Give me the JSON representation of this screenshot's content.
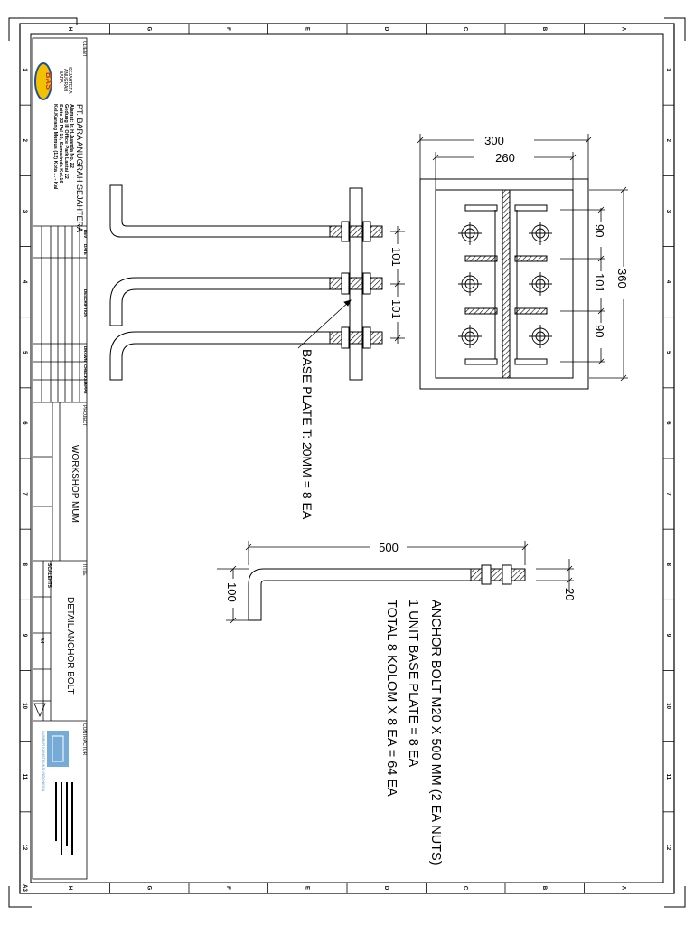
{
  "frame": {
    "row_letters": [
      "H",
      "G",
      "F",
      "E",
      "D",
      "C",
      "B",
      "A"
    ],
    "col_numbers": [
      "1",
      "2",
      "3",
      "4",
      "5",
      "6",
      "7",
      "8",
      "9",
      "10",
      "11",
      "12"
    ],
    "sheet_size": "A3"
  },
  "title_block": {
    "client_label": "CLIENT",
    "logo_text": "BAS",
    "company_logo_lines": [
      "BARA",
      "ANUGRAH",
      "SEJAHTERA"
    ],
    "company_name": "PT. BARA ANUGRAH SEJAHTERA",
    "address_lines": [
      "Alamat: Ir. H.Juanda No. 22",
      "Gedung III Office Park Lantai 22",
      "Suite 22 Pal 10, Samarinda Kel.16",
      "Kel.Karang Mumus (12) Kota ... - Kal"
    ],
    "revision_headers": [
      "REV",
      "DATE",
      "DESCRIPTION",
      "DRAWN",
      "CHECKED",
      "APPR"
    ],
    "project_label": "PROJECT",
    "project_name": "WORKSHOP MUM",
    "title_label": "TITLE",
    "drawing_title": "DETAIL ANCHOR BOLT",
    "scale_label": "SCALE",
    "scale_value": "NTS",
    "size_value": "A4",
    "contractor_label": "CONTRACTOR",
    "contractor_name": "SUMBER KONSTRUKSI INDONESIA"
  },
  "drawing": {
    "plate_dims": {
      "outer_width": "300",
      "inner_width": "260",
      "height": "360",
      "spacing_top": "90",
      "spacing_mid": "101",
      "spacing_bottom": "90"
    },
    "side_dims": {
      "spacing_1": "101",
      "spacing_2": "101"
    },
    "base_plate_note": "BASE PLATE T: 20MM = 8 EA",
    "bolt_dims": {
      "length": "500",
      "hook": "100",
      "thread": "20"
    },
    "notes": [
      "ANCHOR BOLT M20 X 500 MM (2 EA NUTS)",
      "1 UNIT BASE PLATE = 8 EA",
      "TOTAL 8 KOLOM X 8 EA = 64 EA"
    ]
  },
  "colors": {
    "line": "#000000",
    "logo_fill": "#f2c200",
    "logo_text": "#c0392b",
    "logo_border": "#1f4e9c",
    "contractor_logo": "#4a8fc9"
  }
}
